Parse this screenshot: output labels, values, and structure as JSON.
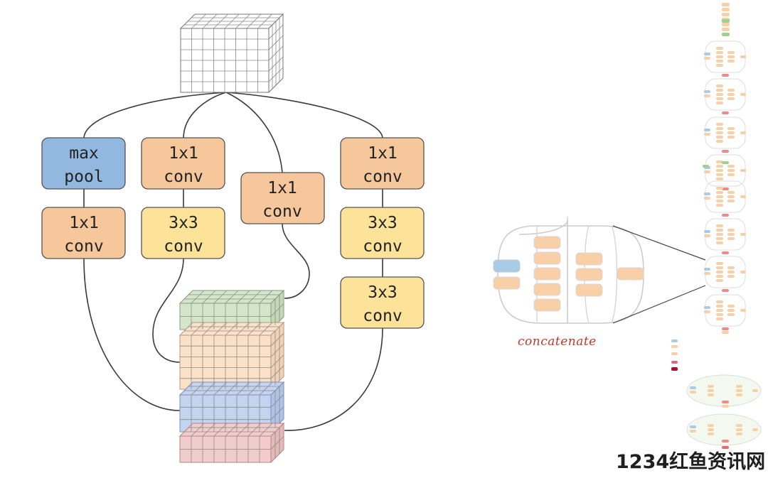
{
  "diagram": {
    "boxes": [
      {
        "id": "maxpool",
        "lines": [
          "max",
          "pool"
        ],
        "kind": "pool"
      },
      {
        "id": "b1-conv1x1",
        "lines": [
          "1x1",
          "conv"
        ],
        "kind": "conv1"
      },
      {
        "id": "b2-conv1x1",
        "lines": [
          "1x1",
          "conv"
        ],
        "kind": "conv1"
      },
      {
        "id": "b2-conv3x3",
        "lines": [
          "3x3",
          "conv"
        ],
        "kind": "conv3"
      },
      {
        "id": "b3-conv1x1",
        "lines": [
          "1x1",
          "conv"
        ],
        "kind": "conv1"
      },
      {
        "id": "b4-conv1x1",
        "lines": [
          "1x1",
          "conv"
        ],
        "kind": "conv1"
      },
      {
        "id": "b4-conv3x3-a",
        "lines": [
          "3x3",
          "conv"
        ],
        "kind": "conv3"
      },
      {
        "id": "b4-conv3x3-b",
        "lines": [
          "3x3",
          "conv"
        ],
        "kind": "conv3"
      }
    ],
    "colors": {
      "pool_fill": "#92b8df",
      "conv1_fill": "#f5c79b",
      "conv3_fill": "#fde39a",
      "border": "#555555",
      "input_tensor": "#ffffff",
      "out_green": "#d3e6c9",
      "out_peach": "#fbe1c8",
      "out_blue": "#c3d3f0",
      "out_pink": "#f2cccc"
    },
    "concat_label": "concatenate",
    "watermark": "1234红鱼资讯网"
  }
}
